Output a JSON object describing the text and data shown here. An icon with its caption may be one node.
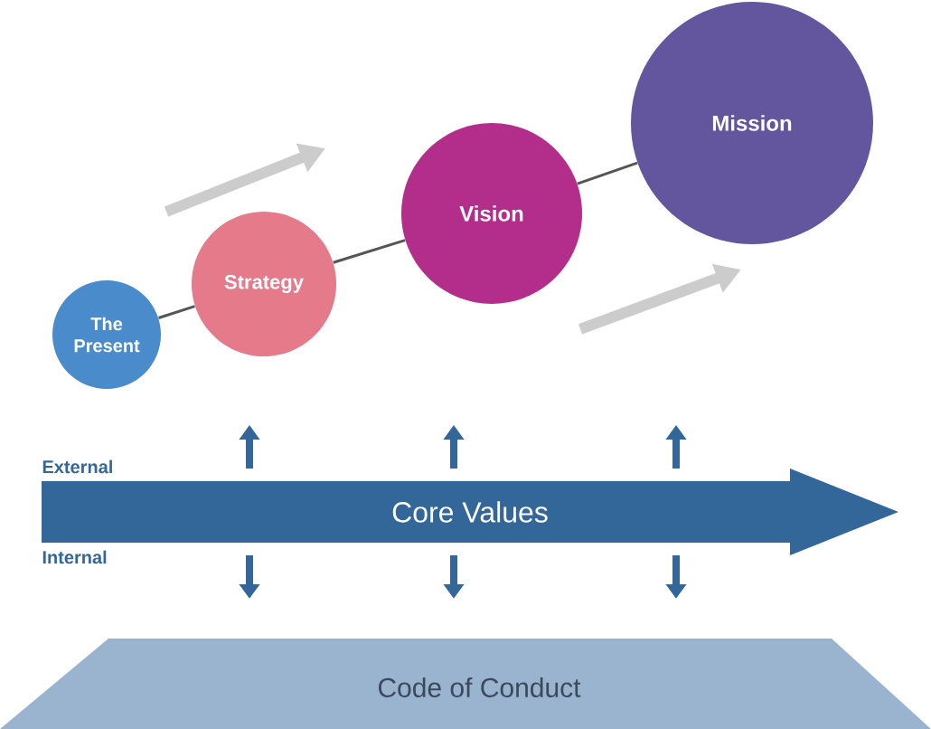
{
  "diagram": {
    "nodes": [
      {
        "text": [
          "The Present"
        ]
      },
      {
        "text": [
          "Strategy"
        ]
      },
      {
        "text": [
          "Vision"
        ]
      },
      {
        "text": [
          "Mission"
        ]
      },
      {
        "text": [
          "Core Values"
        ]
      },
      {
        "text": [
          "Code of Conduct"
        ]
      }
    ],
    "edges": [
      {
        "from": 0,
        "to": 1,
        "arrow": "none"
      },
      {
        "from": 1,
        "to": 2,
        "arrow": "none"
      },
      {
        "from": 2,
        "to": 3,
        "arrow": "none"
      }
    ],
    "labels": [
      "External",
      "Internal"
    ]
  }
}
